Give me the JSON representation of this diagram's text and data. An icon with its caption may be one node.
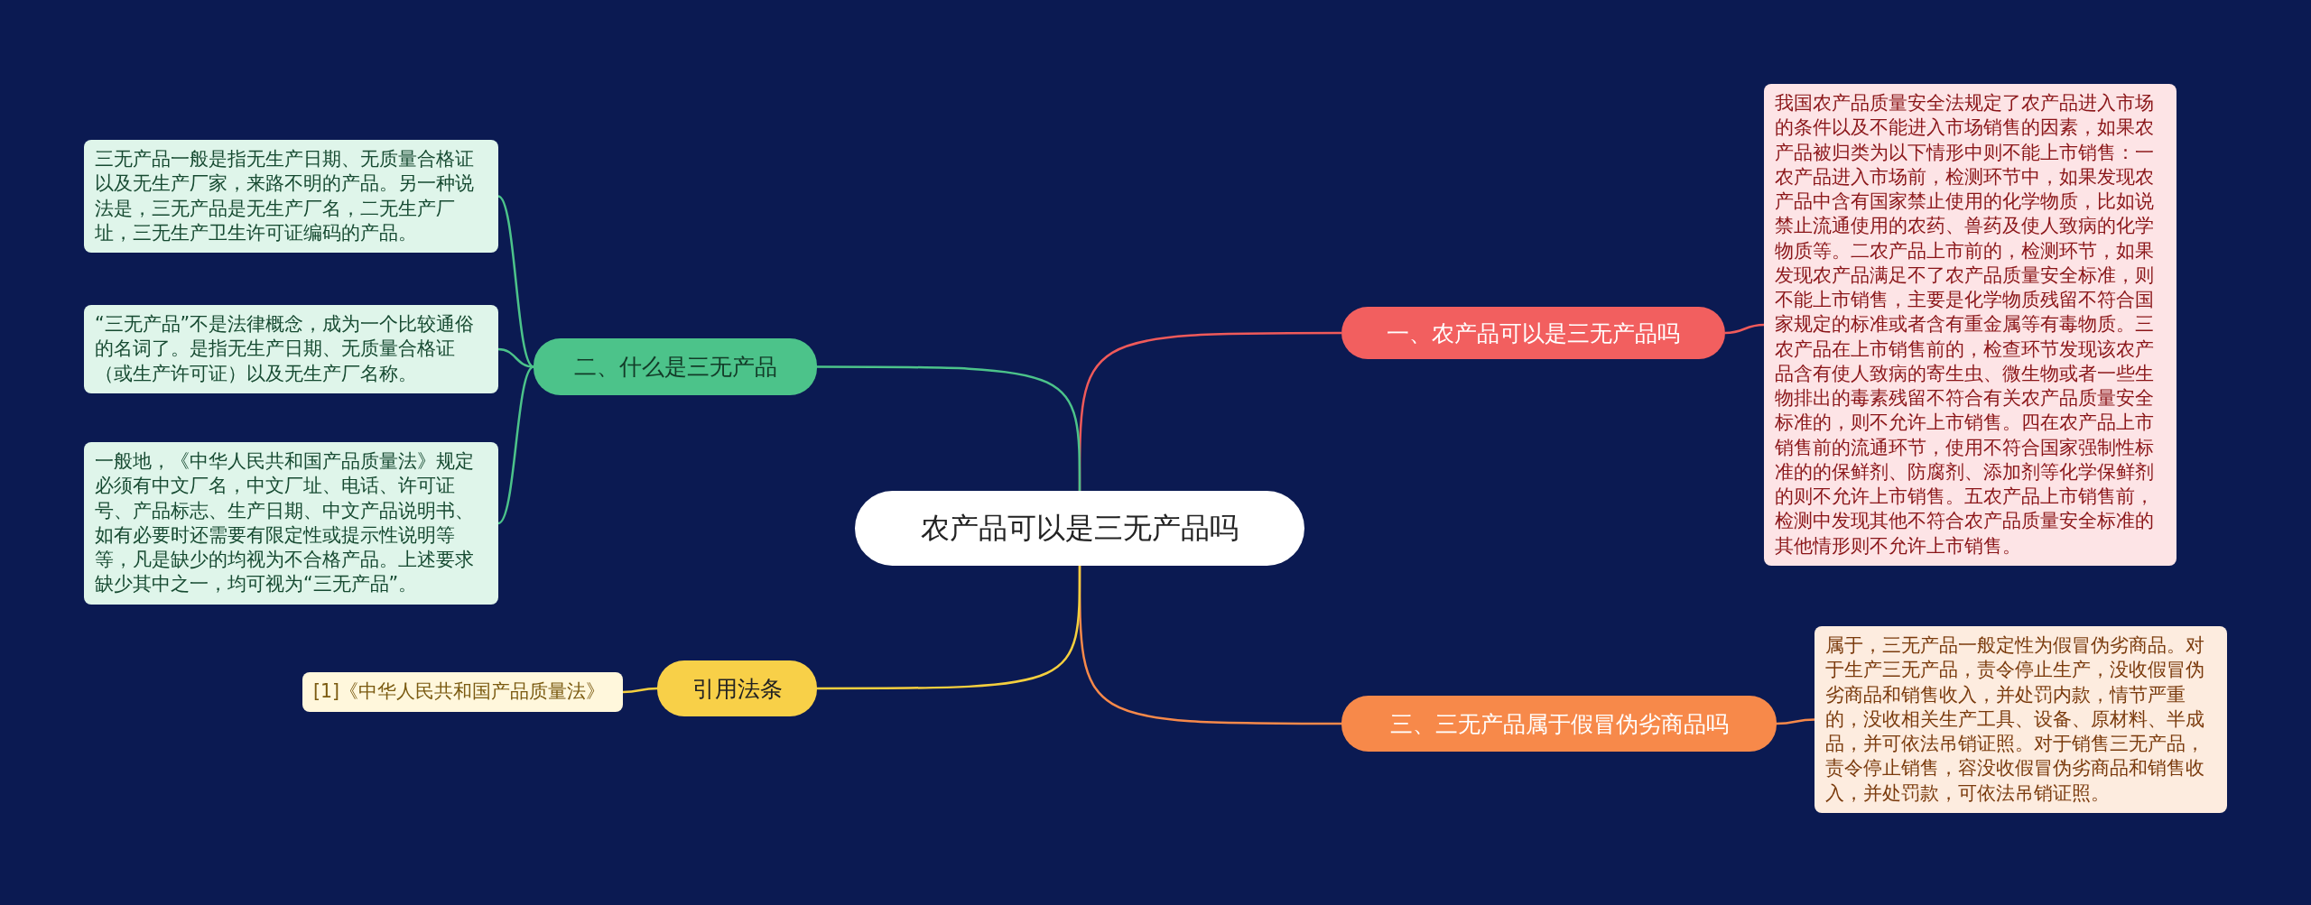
{
  "diagram": {
    "nodes": [
      {
        "text": [
          "农产品可以是三无产品吗"
        ]
      },
      {
        "text": [
          "一、农产品可以是三无产品吗"
        ]
      },
      {
        "text": [
          "我国农产品质量安全法规定了农产品进入市场的条件以及不能进入市场销售的因素，如果农产品被归类为以下情形中则不能上市销售：一农产品进入市场前，检测环节中，如果发现农产品中含有国家禁止使用的化学物质，比如说禁止流通使用的农药、兽药及使人致病的化学物质等。二农产品上市前的，检测环节，如果发现农产品满足不了农产品质量安全标准，则不能上市销售，主要是化学物质残留不符合国家规定的标准或者含有重金属等有毒物质。三农产品在上市销售前的，检查环节发现该农产品含有使人致病的寄生虫、微生物或者一些生物排出的毒素残留不符合有关农产品质量安全标准的，则不允许上市销售。四在农产品上市销售前的流通环节，使用不符合国家强制性标准的的保鲜剂、防腐剂、添加剂等化学保鲜剂的则不允许上市销售。五农产品上市销售前，检测中发现其他不符合农产品质量安全标准的其他情形则不允许上市销售。"
        ]
      },
      {
        "text": [
          "二、什么是三无产品"
        ]
      },
      {
        "text": [
          "三无产品一般是指无生产日期、无质量合格证以及无生产厂家，来路不明的产品。另一种说法是，三无产品是无生产厂名，二无生产厂址，三无生产卫生许可证编码的产品。"
        ]
      },
      {
        "text": [
          "“三无产品”不是法律概念，成为一个比较通俗的名词了。是指无生产日期、无质量合格证（或生产许可证）以及无生产厂名称。"
        ]
      },
      {
        "text": [
          "一般地，《中华人民共和国产品质量法》规定必须有中文厂名，中文厂址、电话、许可证号、产品标志、生产日期、中文产品说明书、如有必要时还需要有限定性或提示性说明等等，凡是缺少的均视为不合格产品。上述要求缺少其中之一，均可视为“三无产品”。"
        ]
      },
      {
        "text": [
          "三、三无产品属于假冒伪劣商品吗"
        ]
      },
      {
        "text": [
          "属于，三无产品一般定性为假冒伪劣商品。对于生产三无产品，责令停止生产，没收假冒伪劣商品和销售收入，并处罚内款，情节严重的，没收相关生产工具、设备、原材料、半成品，并可依法吊销证照。对于销售三无产品，责令停止销售，容没收假冒伪劣商品和销售收入，并处罚款，可依法吊销证照。"
        ]
      },
      {
        "text": [
          "引用法条"
        ]
      },
      {
        "text": [
          "[1]《中华人民共和国产品质量法》"
        ]
      }
    ],
    "edges": [
      {
        "from": 0,
        "to": 1,
        "arrow": "none",
        "color": "#f05a5a"
      },
      {
        "from": 1,
        "to": 2,
        "arrow": "none",
        "color": "#f05a5a"
      },
      {
        "from": 0,
        "to": 3,
        "arrow": "none",
        "color": "#4cc38a"
      },
      {
        "from": 3,
        "to": 4,
        "arrow": "none",
        "color": "#4cc38a"
      },
      {
        "from": 3,
        "to": 5,
        "arrow": "none",
        "color": "#4cc38a"
      },
      {
        "from": 3,
        "to": 6,
        "arrow": "none",
        "color": "#4cc38a"
      },
      {
        "from": 0,
        "to": 7,
        "arrow": "none",
        "color": "#f7894a"
      },
      {
        "from": 7,
        "to": 8,
        "arrow": "none",
        "color": "#f7894a"
      },
      {
        "from": 0,
        "to": 9,
        "arrow": "none",
        "color": "#f5cf3e"
      },
      {
        "from": 9,
        "to": 10,
        "arrow": "none",
        "color": "#f5cf3e"
      }
    ]
  }
}
